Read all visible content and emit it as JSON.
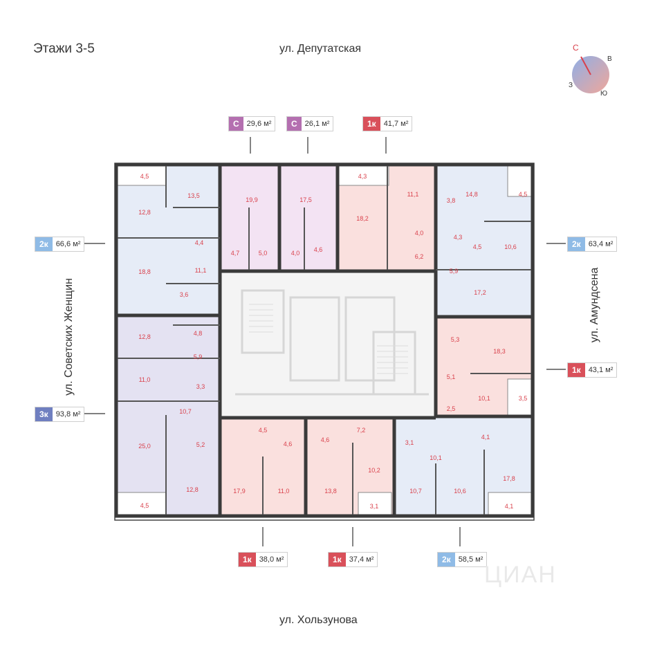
{
  "title": "Этажи 3-5",
  "streets": {
    "north": "ул. Депутатская",
    "south": "ул. Хользунова",
    "west": "ул. Советских Женщин",
    "east": "ул. Амундсена"
  },
  "compass": {
    "n": "С",
    "e": "В",
    "s": "Ю",
    "w": "З"
  },
  "watermark": "ЦИАН",
  "colors": {
    "studio": "#b46fb0",
    "one_room": "#d9505a",
    "two_room": "#8fbbe6",
    "three_room": "#6f7fc0",
    "room_label": "#d9404b"
  },
  "apartments": [
    {
      "id": "north-studio-1",
      "type": "С",
      "area": "29,6 м²",
      "kind": "studio"
    },
    {
      "id": "north-studio-2",
      "type": "С",
      "area": "26,1 м²",
      "kind": "studio"
    },
    {
      "id": "north-1k",
      "type": "1к",
      "area": "41,7 м²",
      "kind": "one_room"
    },
    {
      "id": "west-2k",
      "type": "2к",
      "area": "66,6 м²",
      "kind": "two_room"
    },
    {
      "id": "east-2k",
      "type": "2к",
      "area": "63,4 м²",
      "kind": "two_room"
    },
    {
      "id": "east-1k",
      "type": "1к",
      "area": "43,1 м²",
      "kind": "one_room"
    },
    {
      "id": "west-3k",
      "type": "3к",
      "area": "93,8 м²",
      "kind": "three_room"
    },
    {
      "id": "south-1k-1",
      "type": "1к",
      "area": "38,0 м²",
      "kind": "one_room"
    },
    {
      "id": "south-1k-2",
      "type": "1к",
      "area": "37,4 м²",
      "kind": "one_room"
    },
    {
      "id": "south-2k",
      "type": "2к",
      "area": "58,5 м²",
      "kind": "two_room"
    }
  ],
  "room_areas": [
    "4,5",
    "13,5",
    "12,8",
    "4,4",
    "18,8",
    "11,1",
    "3,6",
    "19,9",
    "4,7",
    "5,0",
    "17,5",
    "4,0",
    "4,6",
    "4,3",
    "18,2",
    "11,1",
    "4,0",
    "6,2",
    "14,8",
    "4,5",
    "3,8",
    "4,3",
    "4,5",
    "10,6",
    "5,9",
    "17,2",
    "12,8",
    "4,8",
    "5,9",
    "11,0",
    "3,3",
    "10,7",
    "25,0",
    "5,2",
    "12,8",
    "4,5",
    "5,3",
    "18,3",
    "5,1",
    "10,1",
    "3,5",
    "2,5",
    "4,5",
    "4,6",
    "17,9",
    "11,0",
    "4,6",
    "7,2",
    "13,8",
    "10,2",
    "3,1",
    "3,1",
    "10,1",
    "4,1",
    "17,8",
    "10,7",
    "10,6",
    "4,1"
  ]
}
